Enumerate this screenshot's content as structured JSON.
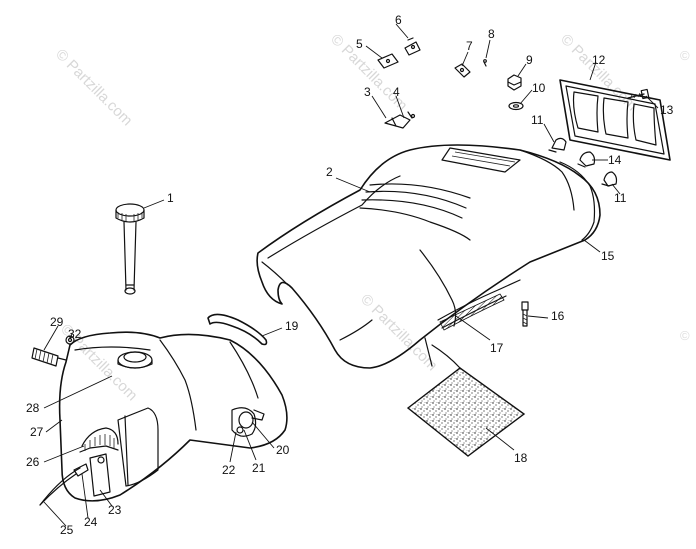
{
  "watermark": "© Partzilla.com",
  "watermark_copyright": "©",
  "callouts": [
    "1",
    "2",
    "3",
    "4",
    "5",
    "6",
    "7",
    "8",
    "9",
    "10",
    "11",
    "11",
    "12",
    "13",
    "14",
    "15",
    "16",
    "17",
    "18",
    "19",
    "20",
    "21",
    "22",
    "23",
    "24",
    "25",
    "26",
    "27",
    "28",
    "29",
    "32"
  ]
}
